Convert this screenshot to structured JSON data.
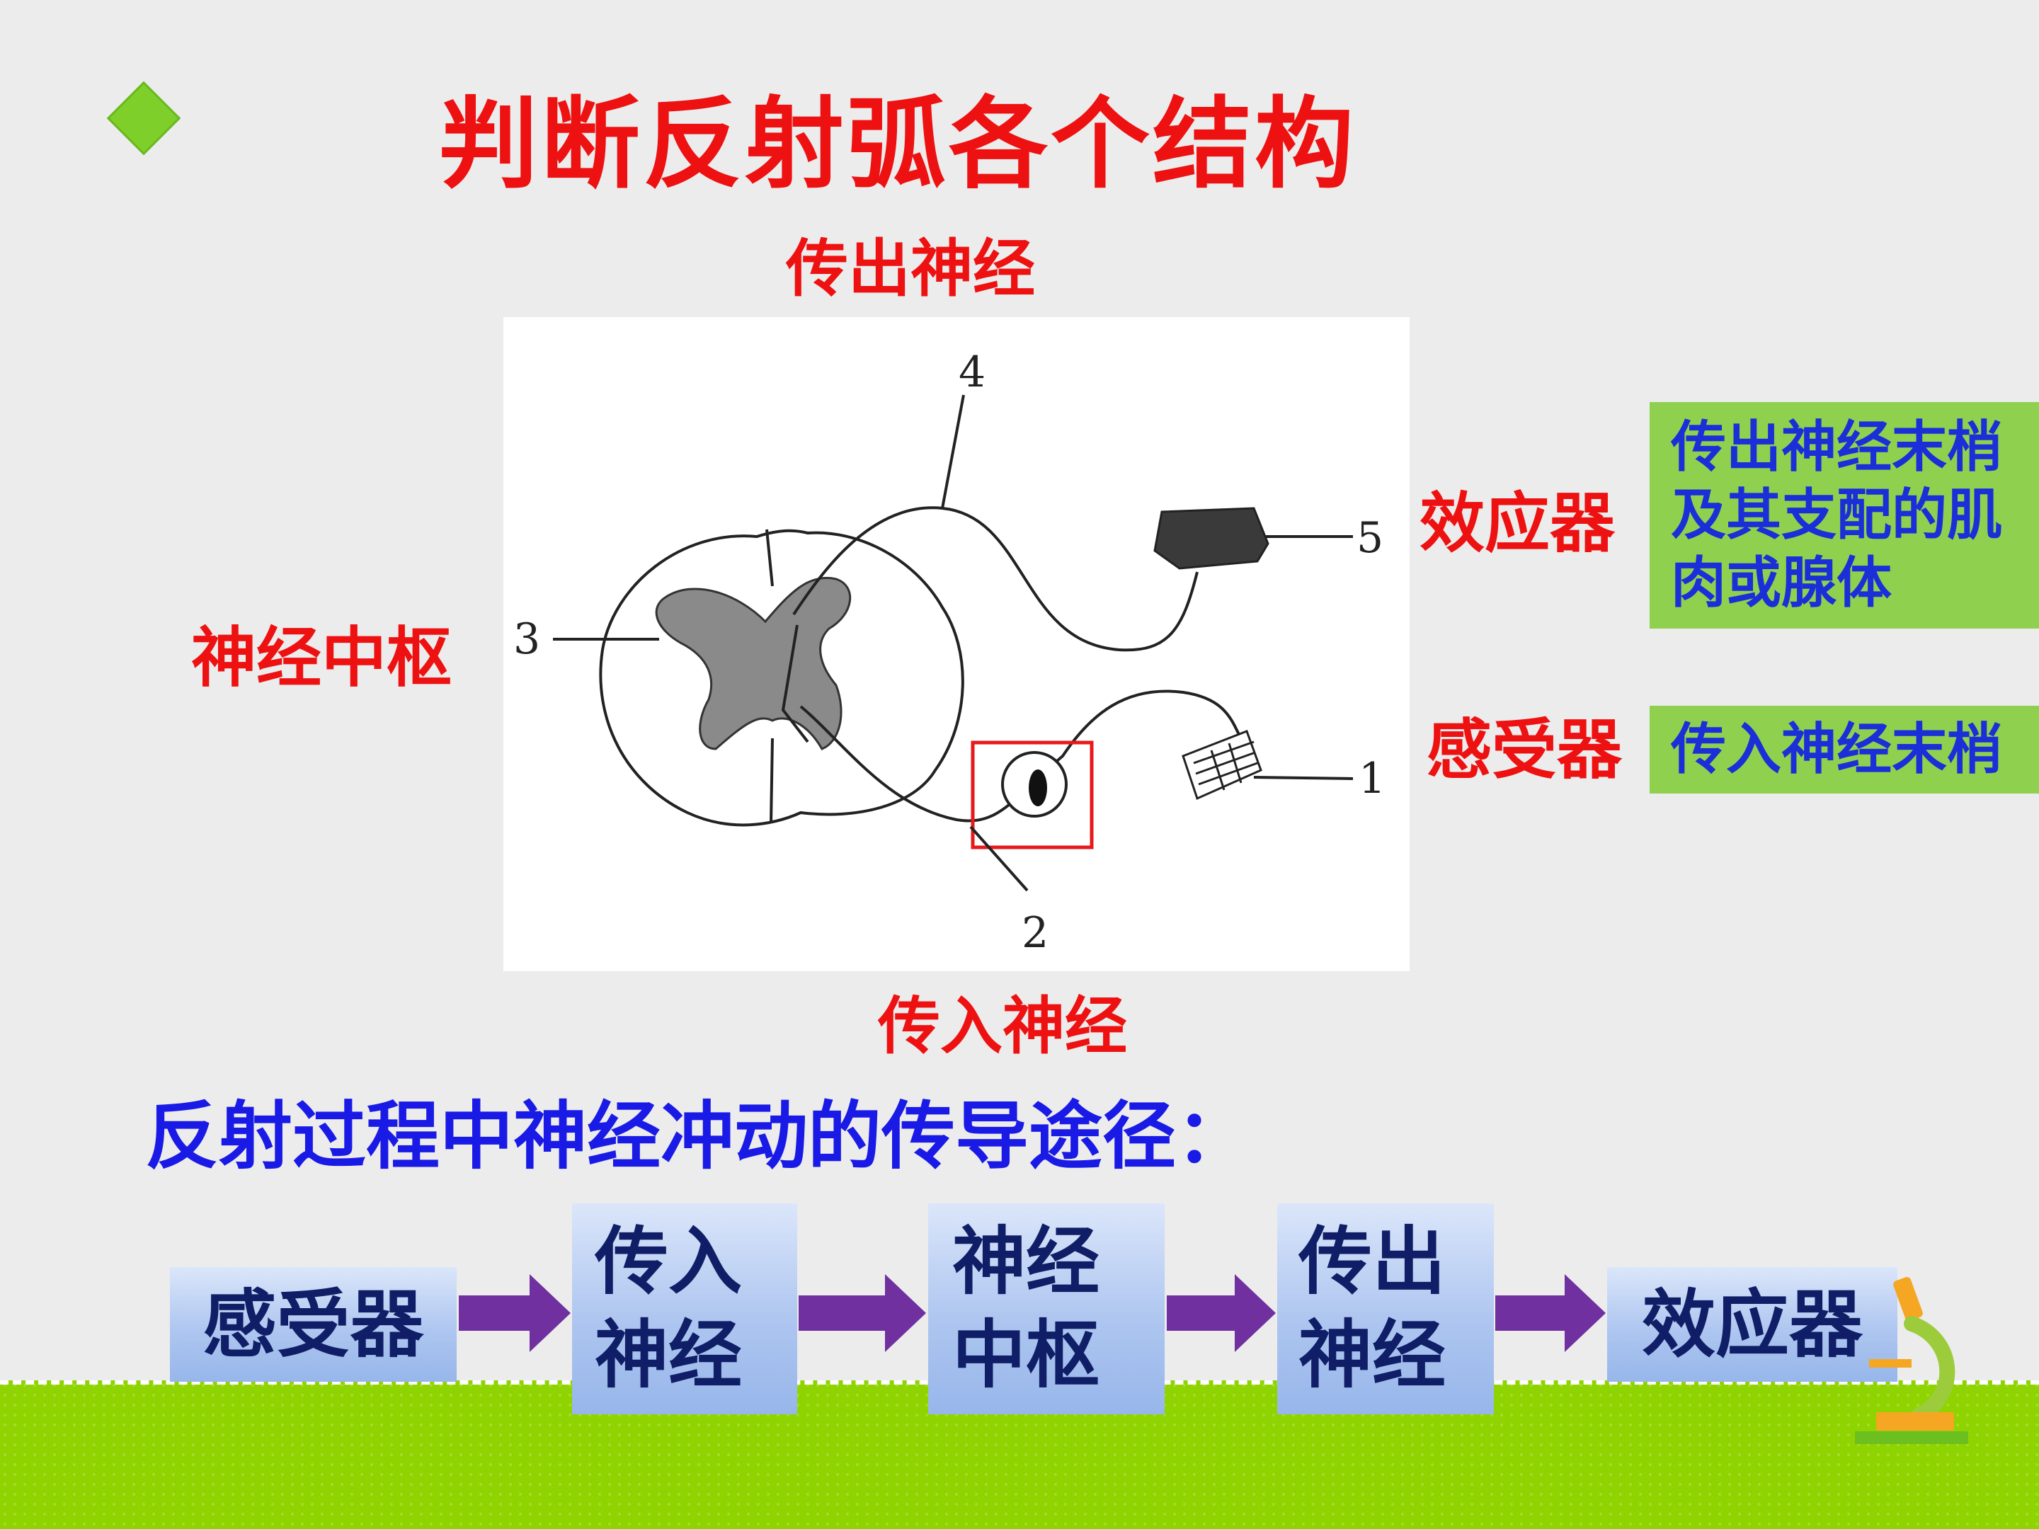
{
  "slide": {
    "title": "判断反射弧各个结构",
    "colors": {
      "title": "#ee1111",
      "labels": "#ee1111",
      "pathway_title": "#1a1ae6",
      "green_box": "#8fd14f",
      "green_text": "#1a2fd8",
      "arrow": "#7030a0",
      "flow_box_text": "#0f1e66",
      "grass": "#8fd400"
    }
  },
  "labels": {
    "efferent_nerve": "传出神经",
    "afferent_nerve": "传入神经",
    "nerve_center": "神经中枢",
    "effector": "效应器",
    "receptor": "感受器"
  },
  "diagram": {
    "numbers": {
      "n1": "1",
      "n2": "2",
      "n3": "3",
      "n4": "4",
      "n5": "5"
    }
  },
  "notes": {
    "effector_lines": [
      "传出神经末梢",
      "及其支配的肌",
      "肉或腺体"
    ],
    "receptor": "传入神经末梢"
  },
  "pathway": {
    "title": "反射过程中神经冲动的传导途径：",
    "steps": {
      "receptor": "感受器",
      "afferent": [
        "传入",
        "神经"
      ],
      "center": [
        "神经",
        "中枢"
      ],
      "efferent": [
        "传出",
        "神经"
      ],
      "effector": "效应器"
    }
  },
  "icons": {
    "bullet": "diamond-bullet-icon",
    "arrow": "right-arrow-icon",
    "microscope": "microscope-icon"
  }
}
